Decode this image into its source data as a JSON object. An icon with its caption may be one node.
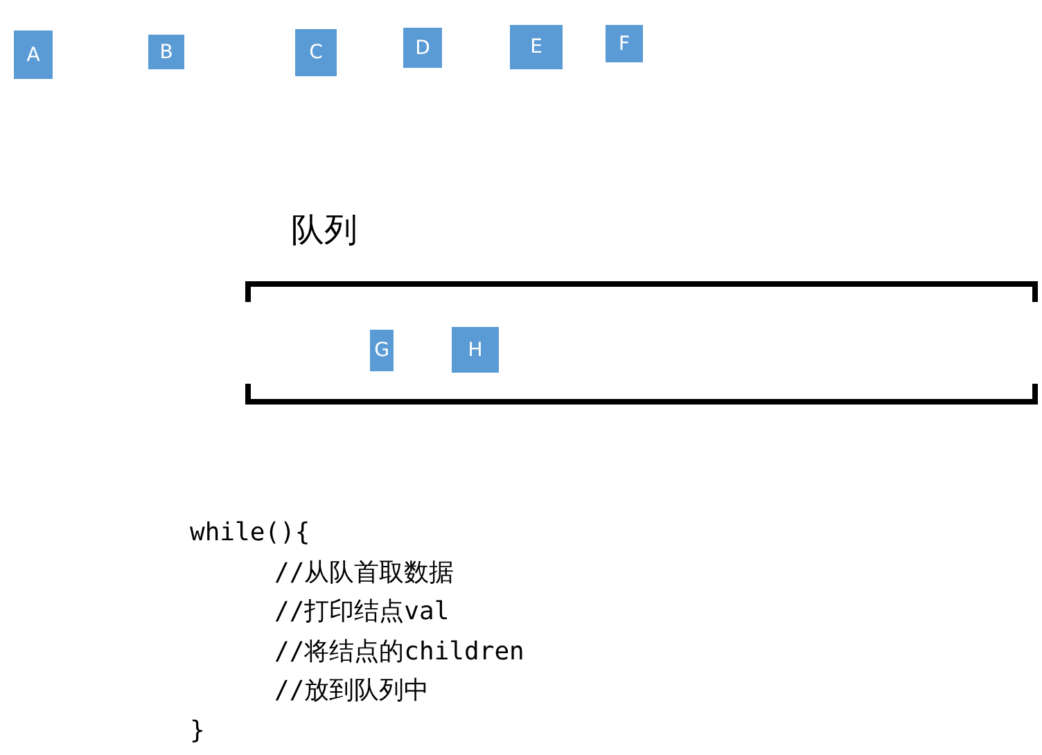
{
  "diagram": {
    "nodes": [
      {
        "text": [
          "A"
        ]
      },
      {
        "text": [
          "B"
        ]
      },
      {
        "text": [
          "C"
        ]
      },
      {
        "text": [
          "D"
        ]
      },
      {
        "text": [
          "E"
        ]
      },
      {
        "text": [
          "F"
        ]
      },
      {
        "text": [
          "队列"
        ]
      },
      {
        "text": [
          "G"
        ],
        "in": 6
      },
      {
        "text": [
          "H"
        ],
        "in": 6
      }
    ],
    "edges": [],
    "labels": [
      "while(){",
      "//从队首取数据",
      "//打印结点val",
      "//将结点的children",
      "//放到队列中",
      "}"
    ]
  }
}
